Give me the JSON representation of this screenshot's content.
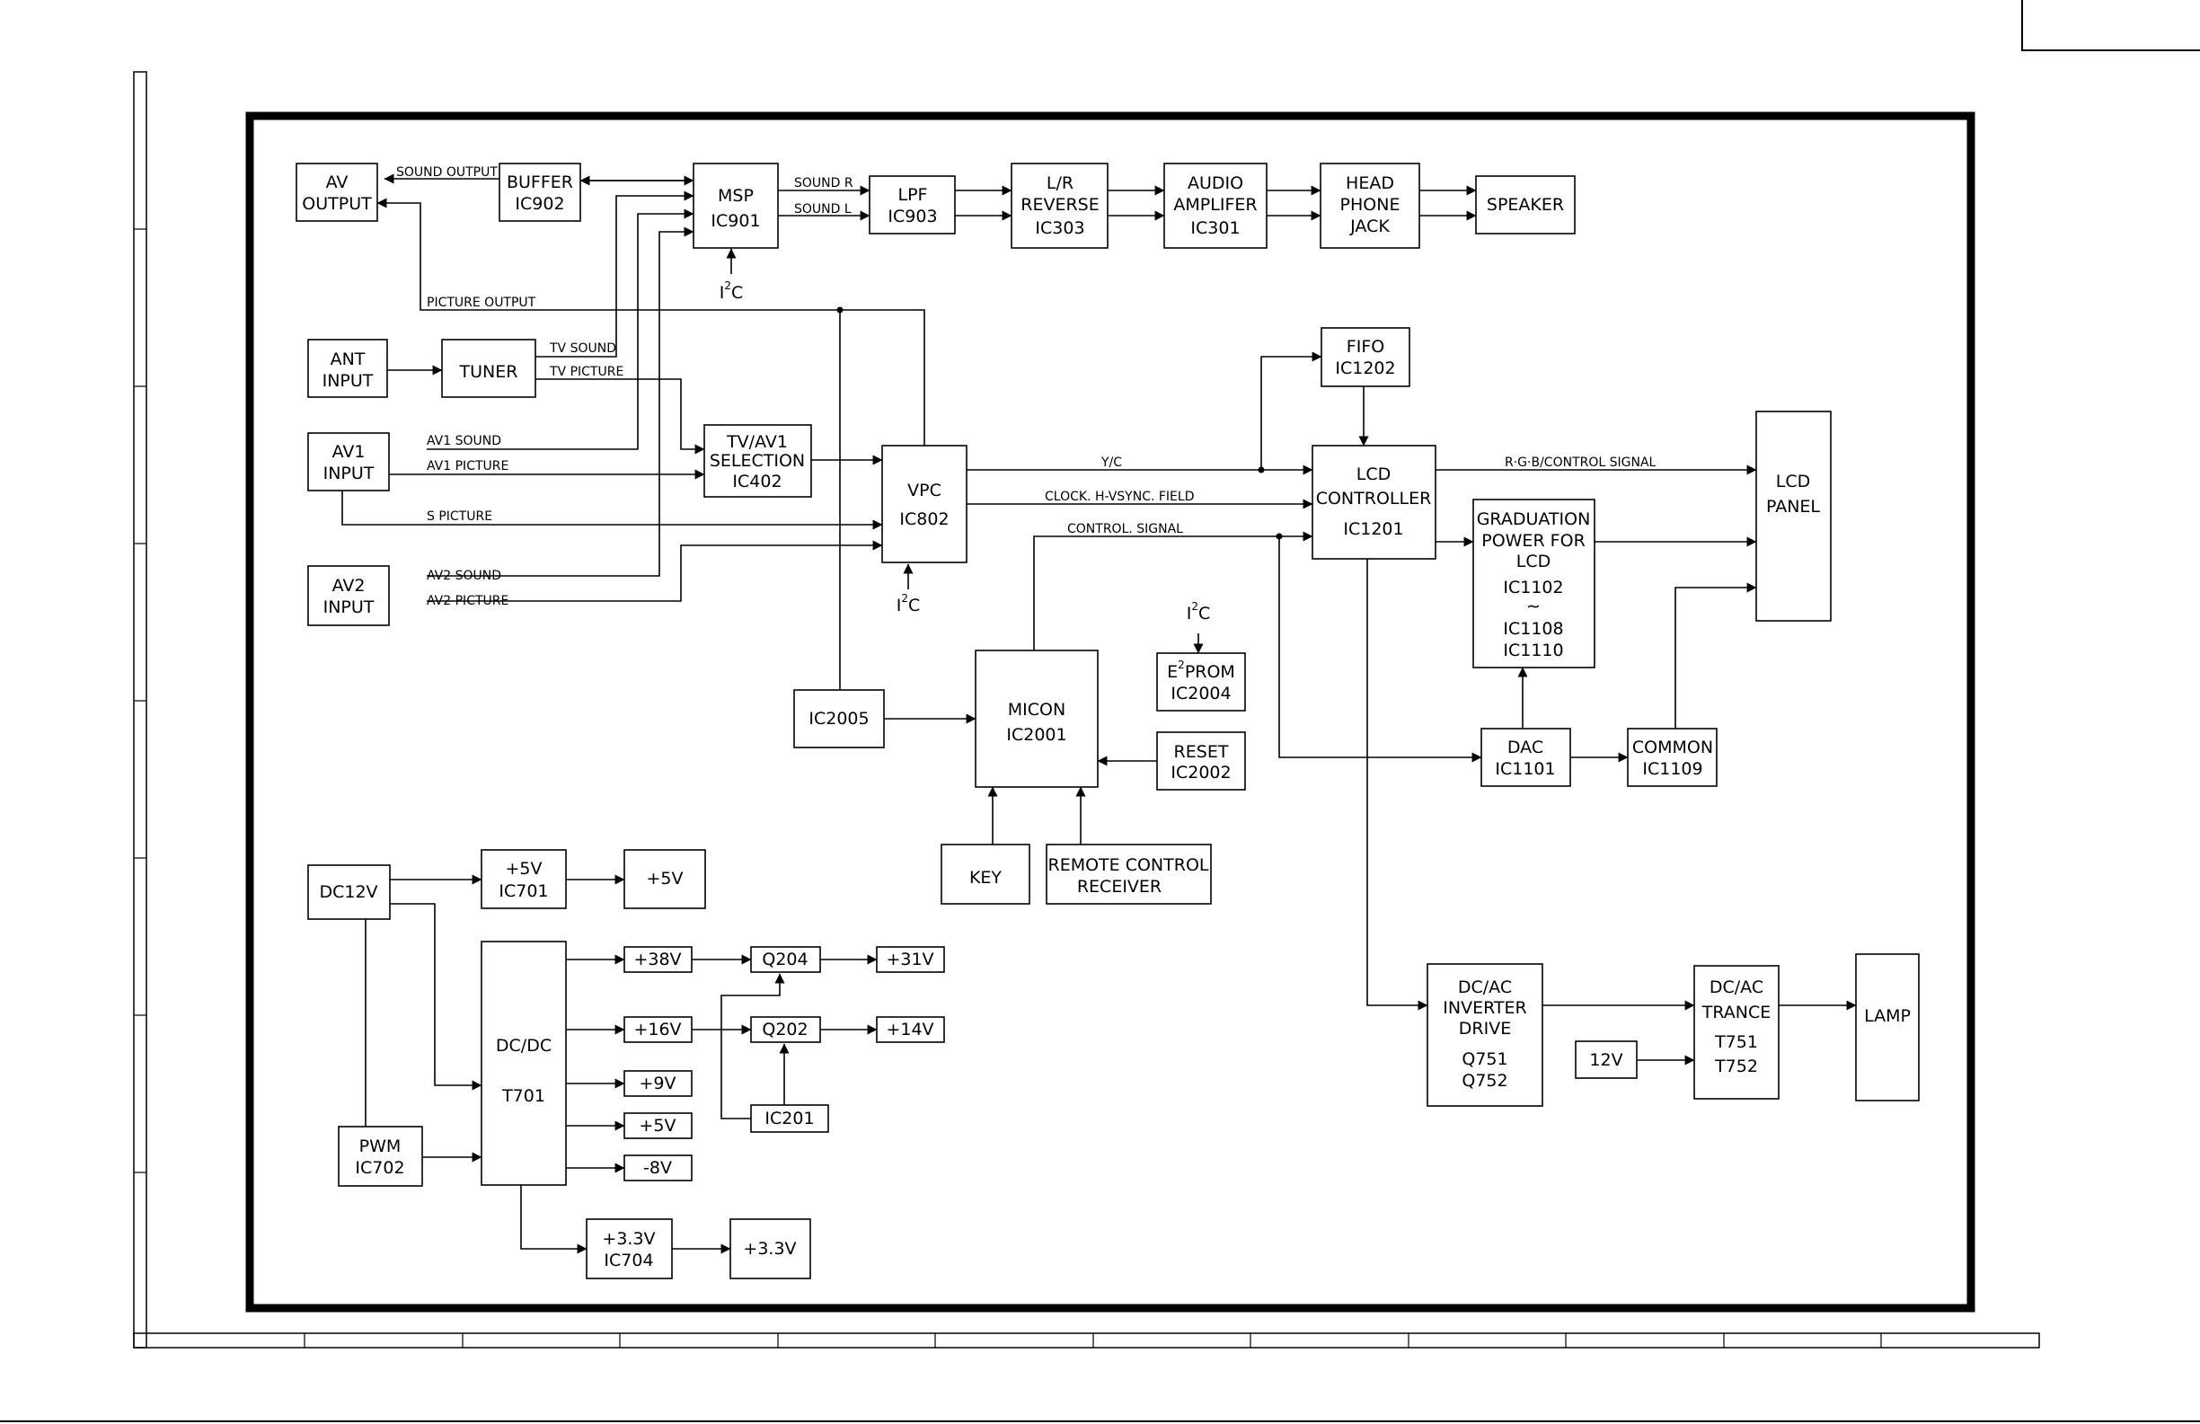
{
  "blocks": {
    "av_output": [
      "AV",
      "OUTPUT"
    ],
    "buffer": [
      "BUFFER",
      "IC902"
    ],
    "msp": [
      "MSP",
      "IC901"
    ],
    "lpf": [
      "LPF",
      "IC903"
    ],
    "lr_reverse": [
      "L/R",
      "REVERSE",
      "IC303"
    ],
    "audio_amp": [
      "AUDIO",
      "AMPLIFER",
      "IC301"
    ],
    "headphone": [
      "HEAD",
      "PHONE",
      "JACK"
    ],
    "speaker": [
      "SPEAKER"
    ],
    "ant_input": [
      "ANT",
      "INPUT"
    ],
    "tuner": [
      "TUNER"
    ],
    "av1_input": [
      "AV1",
      "INPUT"
    ],
    "av2_input": [
      "AV2",
      "INPUT"
    ],
    "tv_av1_sel": [
      "TV/AV1",
      "SELECTION",
      "IC402"
    ],
    "vpc": [
      "VPC",
      "IC802"
    ],
    "fifo": [
      "FIFO",
      "IC1202"
    ],
    "lcd_ctrl": [
      "LCD",
      "CONTROLLER",
      "IC1201"
    ],
    "graduation": [
      "GRADUATION",
      "POWER FOR",
      "LCD",
      "IC1102",
      "∼",
      "IC1108",
      "IC1110"
    ],
    "lcd_panel": [
      "LCD",
      "PANEL"
    ],
    "eeprom": [
      "PROM",
      "IC2004"
    ],
    "eeprom_prefix": "E",
    "eeprom_sup": "2",
    "ic2005": [
      "IC2005"
    ],
    "micon": [
      "MICON",
      "IC2001"
    ],
    "reset": [
      "RESET",
      "IC2002"
    ],
    "dac": [
      "DAC",
      "IC1101"
    ],
    "common": [
      "COMMON",
      "IC1109"
    ],
    "key": [
      "KEY"
    ],
    "remote": [
      "REMOTE  CONTROL",
      "RECEIVER"
    ],
    "dc12v": [
      "DC12V"
    ],
    "reg5v": [
      "+5V",
      "IC701"
    ],
    "out5v_a": [
      "+5V"
    ],
    "dcdc": [
      "DC/DC",
      "T701"
    ],
    "v38": [
      "+38V"
    ],
    "q204": [
      "Q204"
    ],
    "v31": [
      "+31V"
    ],
    "v16": [
      "+16V"
    ],
    "q202": [
      "Q202"
    ],
    "v14": [
      "+14V"
    ],
    "v9": [
      "+9V"
    ],
    "v5b": [
      "+5V"
    ],
    "vm8": [
      "-8V"
    ],
    "ic201": [
      "IC201"
    ],
    "pwm": [
      "PWM",
      "IC702"
    ],
    "reg33": [
      "+3.3V",
      "IC704"
    ],
    "out33": [
      "+3.3V"
    ],
    "inverter": [
      "DC/AC",
      "INVERTER",
      "DRIVE",
      "Q751",
      "Q752"
    ],
    "v12": [
      "12V"
    ],
    "trance": [
      "DC/AC",
      "TRANCE",
      "T751",
      "T752"
    ],
    "lamp": [
      "LAMP"
    ]
  },
  "signals": {
    "sound_output": "SOUND OUTPUT",
    "sound_r": "SOUND R",
    "sound_l": "SOUND L",
    "picture_output": "PICTURE OUTPUT",
    "tv_sound": "TV SOUND",
    "tv_picture": "TV PICTURE",
    "av1_sound": "AV1 SOUND",
    "av1_picture": "AV1 PICTURE",
    "s_picture": "S PICTURE",
    "av2_sound": "AV2 SOUND",
    "av2_picture": "AV2 PICTURE",
    "yc": "Y/C",
    "clock": "CLOCK. H-VSYNC. FIELD",
    "control_signal": "CONTROL. SIGNAL",
    "rgb_control": "R·G·B/CONTROL SIGNAL"
  },
  "i2c": {
    "base": "I",
    "sup": "2",
    "tail": "C"
  }
}
